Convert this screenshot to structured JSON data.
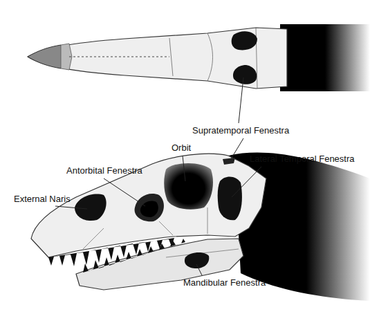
{
  "diagram": {
    "labels": [
      "Supratemporal Fenestra",
      "Orbit",
      "Lateral Temporal Fenestra",
      "Antorbital Fenestra",
      "External Naris",
      "Mandibular Fenestra"
    ]
  }
}
